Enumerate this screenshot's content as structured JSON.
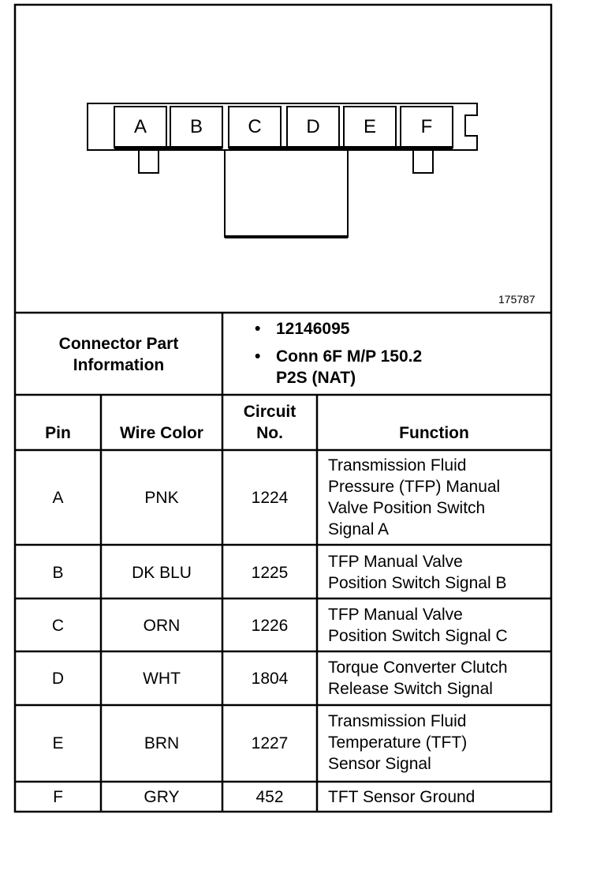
{
  "figure_number": "175787",
  "connector": {
    "pins": [
      "A",
      "B",
      "C",
      "D",
      "E",
      "F"
    ]
  },
  "part_info": {
    "label_line1": "Connector Part",
    "label_line2": "Information",
    "bullet": "•",
    "part_number": "12146095",
    "description_line1": "Conn 6F M/P 150.2",
    "description_line2": "P2S (NAT)"
  },
  "table": {
    "headers": {
      "pin": "Pin",
      "wire_color": "Wire Color",
      "circuit_line1": "Circuit",
      "circuit_line2": "No.",
      "function": "Function"
    },
    "rows": [
      {
        "pin": "A",
        "wire_color": "PNK",
        "circuit": "1224",
        "function": [
          "Transmission Fluid",
          "Pressure (TFP) Manual",
          "Valve Position Switch",
          "Signal A"
        ]
      },
      {
        "pin": "B",
        "wire_color": "DK BLU",
        "circuit": "1225",
        "function": [
          "TFP Manual Valve",
          "Position Switch Signal B"
        ]
      },
      {
        "pin": "C",
        "wire_color": "ORN",
        "circuit": "1226",
        "function": [
          "TFP Manual Valve",
          "Position Switch Signal C"
        ]
      },
      {
        "pin": "D",
        "wire_color": "WHT",
        "circuit": "1804",
        "function": [
          "Torque Converter Clutch",
          "Release Switch Signal"
        ]
      },
      {
        "pin": "E",
        "wire_color": "BRN",
        "circuit": "1227",
        "function": [
          "Transmission Fluid",
          "Temperature (TFT)",
          "Sensor Signal"
        ]
      },
      {
        "pin": "F",
        "wire_color": "GRY",
        "circuit": "452",
        "function": [
          "TFT Sensor Ground"
        ]
      }
    ]
  }
}
